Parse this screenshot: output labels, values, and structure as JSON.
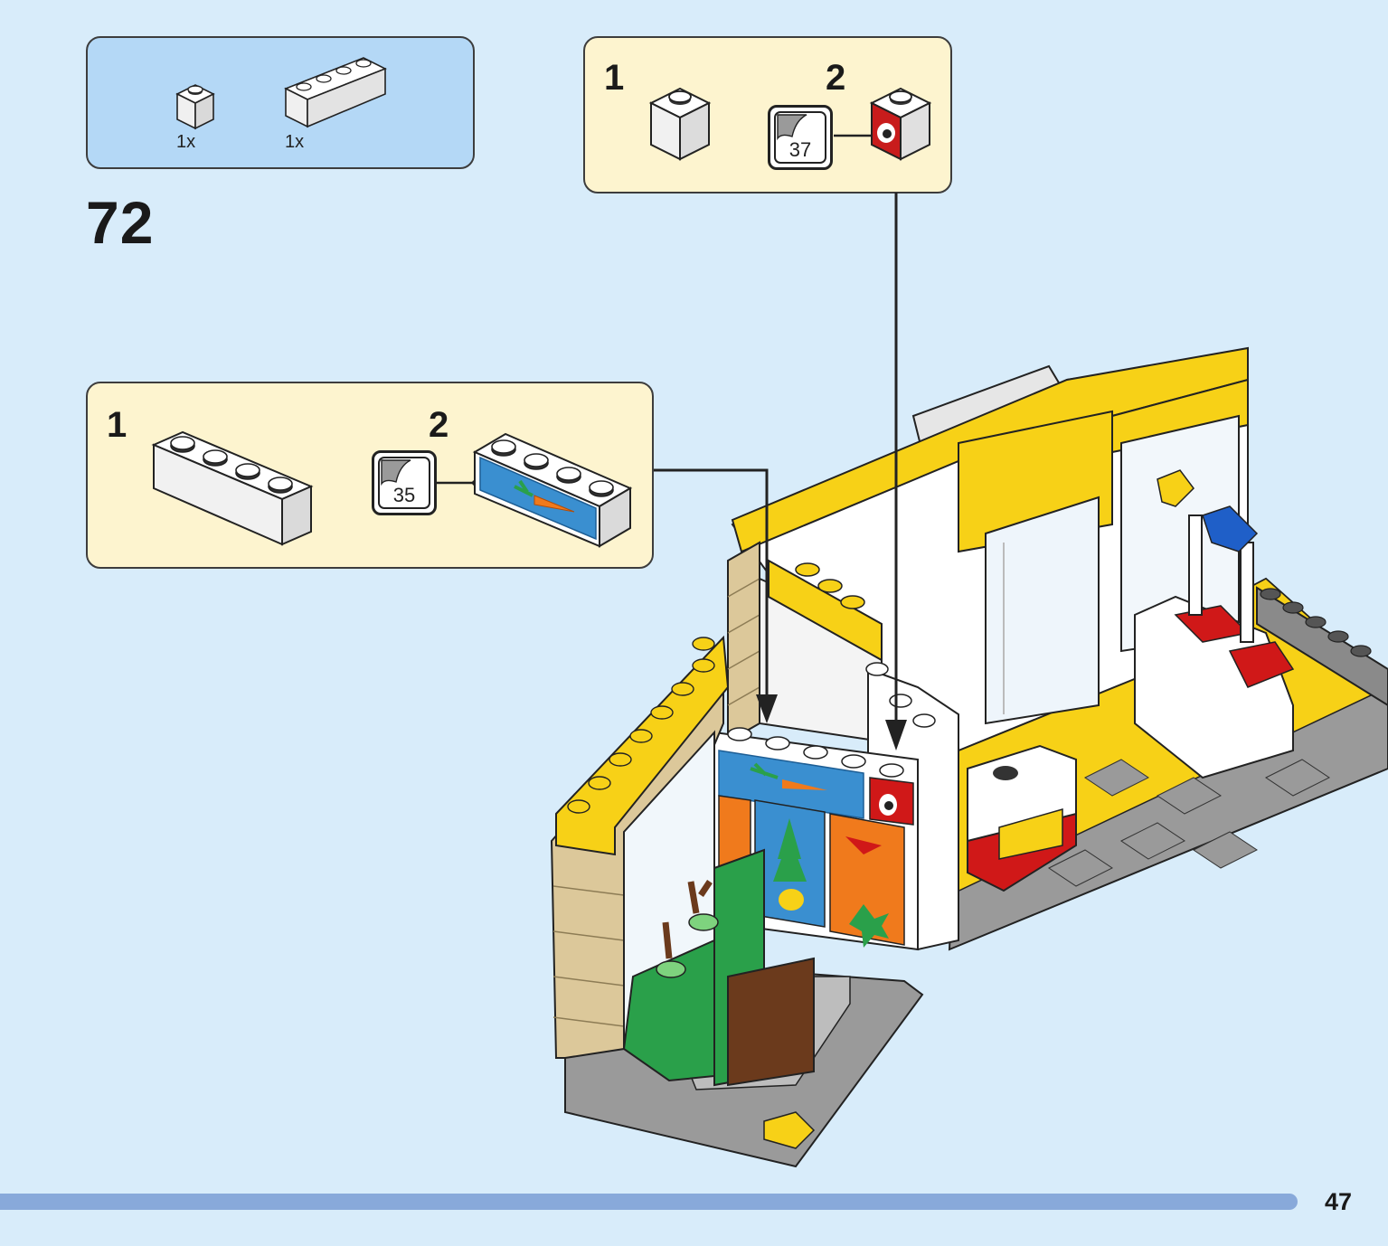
{
  "step": {
    "number": "72"
  },
  "parts_list": {
    "items": [
      {
        "part": "white-1x1-brick",
        "quantity": "1x"
      },
      {
        "part": "white-1x4-brick",
        "quantity": "1x"
      }
    ]
  },
  "subassembly_top": {
    "steps": [
      {
        "number": "1",
        "part": "white-1x1-brick"
      },
      {
        "number": "2",
        "sticker": "37",
        "part": "white-1x1-brick-eye-sticker"
      }
    ]
  },
  "subassembly_left": {
    "steps": [
      {
        "number": "1",
        "part": "white-1x4-brick"
      },
      {
        "number": "2",
        "sticker": "35",
        "part": "white-1x4-brick-carrot-sticker"
      }
    ]
  },
  "footer": {
    "page_number": "47"
  },
  "colors": {
    "background": "#d8ecfa",
    "parts_box": "#b4d8f6",
    "subassembly_box": "#fdf4cf",
    "progress_bar": "#88a9da",
    "brick_yellow": "#f7d117",
    "brick_white": "#ffffff"
  }
}
